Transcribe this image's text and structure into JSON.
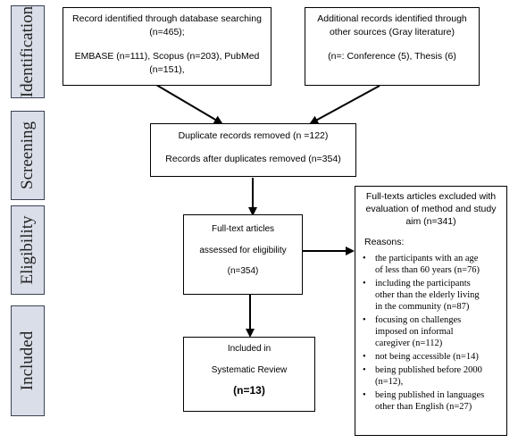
{
  "stages": [
    {
      "id": "identification",
      "label": "Identification"
    },
    {
      "id": "screening",
      "label": "Screening"
    },
    {
      "id": "eligibility",
      "label": "Eligibility"
    },
    {
      "id": "included",
      "label": "Included"
    }
  ],
  "db_search": {
    "lines": [
      "Record identified through database searching",
      "(n=465);",
      "EMBASE (n=111), Scopus (n=203), PubMed",
      "(n=151),"
    ]
  },
  "other_sources": {
    "lines": [
      "Additional records identified through",
      "other sources (Gray literature)",
      "(n=: Conference (5), Thesis (6)"
    ]
  },
  "screening_box": {
    "lines": [
      "Duplicate records removed (n =122)",
      "Records after duplicates removed (n=354)"
    ]
  },
  "fulltext_box": {
    "lines": [
      "Full-text articles",
      "assessed for eligibility",
      "(n=354)"
    ]
  },
  "included_box": {
    "lines": [
      "Included in",
      "Systematic Review",
      "(n=13)"
    ]
  },
  "excluded_box": {
    "head_lines": [
      "Full-texts articles excluded with",
      "evaluation of method and study",
      "aim (n=341)"
    ],
    "reasons_label": "Reasons:",
    "reasons": [
      [
        "the participants with an age",
        "of less than 60 years (n=76)"
      ],
      [
        "including the participants",
        "other than the elderly living",
        "in the community (n=87)"
      ],
      [
        "focusing on challenges",
        "imposed on informal",
        "caregiver (n=112)"
      ],
      [
        "not being accessible (n=14)"
      ],
      [
        "being published before 2000",
        "(n=12),"
      ],
      [
        "being published in languages",
        "other than English (n=27)"
      ]
    ]
  }
}
